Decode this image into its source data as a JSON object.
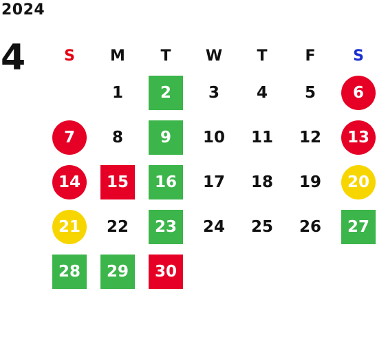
{
  "year": "2024",
  "month": "4",
  "colors": {
    "sunday": "#e60012",
    "saturday": "#1a2ed1",
    "green": "#3cb54a",
    "red": "#e60025",
    "gold": "#f7d600"
  },
  "weekdays": [
    {
      "label": "S",
      "color": "#e60012"
    },
    {
      "label": "M",
      "color": ""
    },
    {
      "label": "T",
      "color": ""
    },
    {
      "label": "W",
      "color": ""
    },
    {
      "label": "T",
      "color": ""
    },
    {
      "label": "F",
      "color": ""
    },
    {
      "label": "S",
      "color": "#1a2ed1"
    }
  ],
  "days": [
    {
      "label": "",
      "shape": "",
      "color": ""
    },
    {
      "label": "1",
      "shape": "",
      "color": ""
    },
    {
      "label": "2",
      "shape": "square",
      "color": "#3cb54a"
    },
    {
      "label": "3",
      "shape": "",
      "color": ""
    },
    {
      "label": "4",
      "shape": "",
      "color": ""
    },
    {
      "label": "5",
      "shape": "",
      "color": ""
    },
    {
      "label": "6",
      "shape": "circle",
      "color": "#e60025"
    },
    {
      "label": "7",
      "shape": "circle",
      "color": "#e60025"
    },
    {
      "label": "8",
      "shape": "",
      "color": ""
    },
    {
      "label": "9",
      "shape": "square",
      "color": "#3cb54a"
    },
    {
      "label": "10",
      "shape": "",
      "color": ""
    },
    {
      "label": "11",
      "shape": "",
      "color": ""
    },
    {
      "label": "12",
      "shape": "",
      "color": ""
    },
    {
      "label": "13",
      "shape": "circle",
      "color": "#e60025"
    },
    {
      "label": "14",
      "shape": "circle",
      "color": "#e60025"
    },
    {
      "label": "15",
      "shape": "square",
      "color": "#e60025"
    },
    {
      "label": "16",
      "shape": "square",
      "color": "#3cb54a"
    },
    {
      "label": "17",
      "shape": "",
      "color": ""
    },
    {
      "label": "18",
      "shape": "",
      "color": ""
    },
    {
      "label": "19",
      "shape": "",
      "color": ""
    },
    {
      "label": "20",
      "shape": "circle",
      "color": "#f7d600"
    },
    {
      "label": "21",
      "shape": "circle",
      "color": "#f7d600"
    },
    {
      "label": "22",
      "shape": "",
      "color": ""
    },
    {
      "label": "23",
      "shape": "square",
      "color": "#3cb54a"
    },
    {
      "label": "24",
      "shape": "",
      "color": ""
    },
    {
      "label": "25",
      "shape": "",
      "color": ""
    },
    {
      "label": "26",
      "shape": "",
      "color": ""
    },
    {
      "label": "27",
      "shape": "square",
      "color": "#3cb54a"
    },
    {
      "label": "28",
      "shape": "square",
      "color": "#3cb54a"
    },
    {
      "label": "29",
      "shape": "square",
      "color": "#3cb54a"
    },
    {
      "label": "30",
      "shape": "square",
      "color": "#e60025"
    },
    {
      "label": "",
      "shape": "",
      "color": ""
    },
    {
      "label": "",
      "shape": "",
      "color": ""
    },
    {
      "label": "",
      "shape": "",
      "color": ""
    },
    {
      "label": "",
      "shape": "",
      "color": ""
    }
  ]
}
